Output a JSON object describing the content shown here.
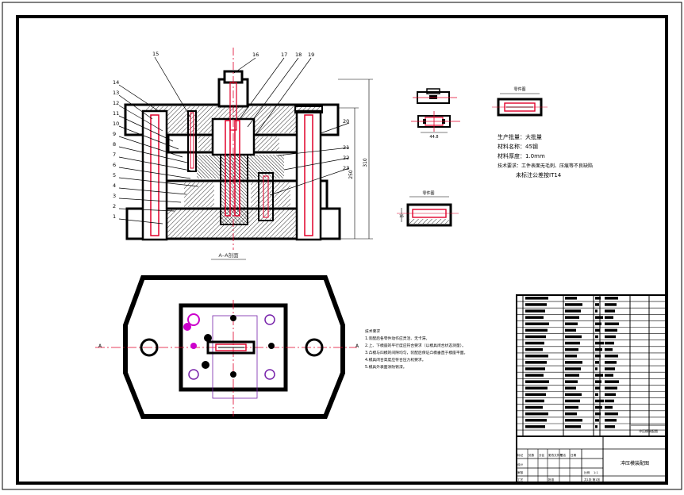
{
  "section_caption": "A–A剖面",
  "part_numbers": {
    "left": [
      "14",
      "13",
      "12",
      "11",
      "10",
      "9",
      "8",
      "7",
      "6",
      "5",
      "4",
      "3",
      "2",
      "1"
    ],
    "top": [
      "15",
      "16",
      "17",
      "18",
      "19"
    ],
    "right": [
      "20",
      "21",
      "22",
      "23"
    ]
  },
  "part_label": "零件图",
  "spec_lines": [
    "生产批量：大批量",
    "材料名称：45钢",
    "材料厚度：1.0mm",
    "技术要求：工件表面无毛刺、压痕等不良缺陷",
    "未标注公差按IT14"
  ],
  "tech_notes": [
    "技术要求",
    "1.装配后各零件动作应灵活、无卡滞。",
    "2.上、下模座的平行度应符合要求（以模具闭合状态测量）。",
    "3.凸模与凹模的间隙均匀，装配后保证凸模垂直于模座平面。",
    "4.模具闭合高度应符合压力机要求。",
    "5.模具外表面涂防锈漆。"
  ],
  "dims": {
    "total_height": "310",
    "side_height": "250",
    "part_len": "44.8",
    "part_w": "16"
  },
  "title_block": {
    "drawing_title": "冲压模装配图",
    "scale_label": "比例",
    "scale": "1:1",
    "sheet": "共1张 第1张",
    "sign": [
      "标记",
      "处数",
      "分区",
      "更改文件号",
      "签名",
      "日期"
    ],
    "roles": [
      "设计",
      "审核",
      "工艺",
      "批准"
    ]
  },
  "colors": {
    "outline": "#000000",
    "center": "#e0002a",
    "magenta": "#cc00cc",
    "purple": "#7722aa"
  }
}
